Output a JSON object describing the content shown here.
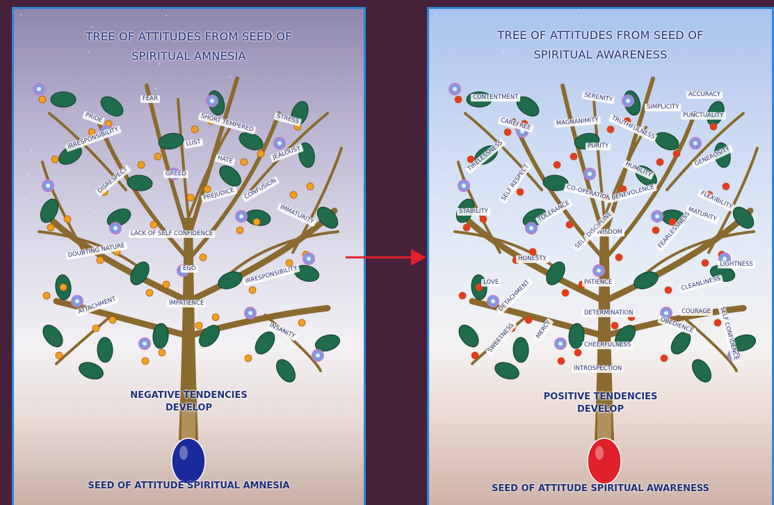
{
  "left": {
    "title_line1": "TREE OF ATTITUDES FROM SEED OF",
    "title_line2": "SPIRITUAL AMNESIA",
    "develop_line1": "NEGATIVE TENDENCIES",
    "develop_line2": "DEVELOP",
    "seed_label": "SEED OF ATTITUDE SPIRITUAL AMNESIA",
    "seed_color": "#1a2a9a",
    "flower_color": "#f0a020",
    "attitudes": [
      "FEAR",
      "PRIDE",
      "SHORT TEMPERED",
      "STRESS",
      "IRRESPONSIBILITY",
      "LUST",
      "HATE",
      "JEALOUSY",
      "GREED",
      "DISRESPECT",
      "PREJUDICE",
      "CONFUSION",
      "IMMATURITY",
      "LACK OF SELF CONFIDENCE",
      "DOUBTING NATURE",
      "EGO",
      "IRRESPONSIBILITY",
      "ATTACHMENT",
      "IMPATIENCE",
      "INSANITY"
    ]
  },
  "right": {
    "title_line1": "TREE OF ATTITUDES FROM SEED OF",
    "title_line2": "SPIRITUAL AWARENESS",
    "develop_line1": "POSITIVE TENDENCIES",
    "develop_line2": "DEVELOP",
    "seed_label": "SEED OF ATTITUDE SPIRITUAL AWARENESS",
    "seed_color": "#e0202a",
    "flower_color": "#e83a20",
    "attitudes": [
      "CONTENTMENT",
      "SERENITY",
      "ACCURACY",
      "SIMPLICITY",
      "CAREFREE",
      "MAGNANIMITY",
      "TRUTHFULNESS",
      "PUNCTUALITY",
      "PURITY",
      "TIRELESSNESS",
      "HUMILITY",
      "GENEROSITY",
      "CO-OPERATION",
      "FLEXIBILITY",
      "SELF RESPECT",
      "BENEVOLENCE",
      "STABILITY",
      "MATURITY",
      "TOLERANCE",
      "WISDOM",
      "SELF DISCIPLINE",
      "HONESTY",
      "FEARLESSNESS",
      "LIGHTNESS",
      "LOVE",
      "PATIENCE",
      "CLEANLINESS",
      "DETACHMENT",
      "DETERMINATION",
      "COURAGE",
      "OBEDIENCE",
      "SELF CONFIDENCE",
      "MERCY",
      "SWEETNESS",
      "CHEERFULNESS",
      "INTROSPECTION"
    ]
  },
  "arrow_color": "#e0202a"
}
